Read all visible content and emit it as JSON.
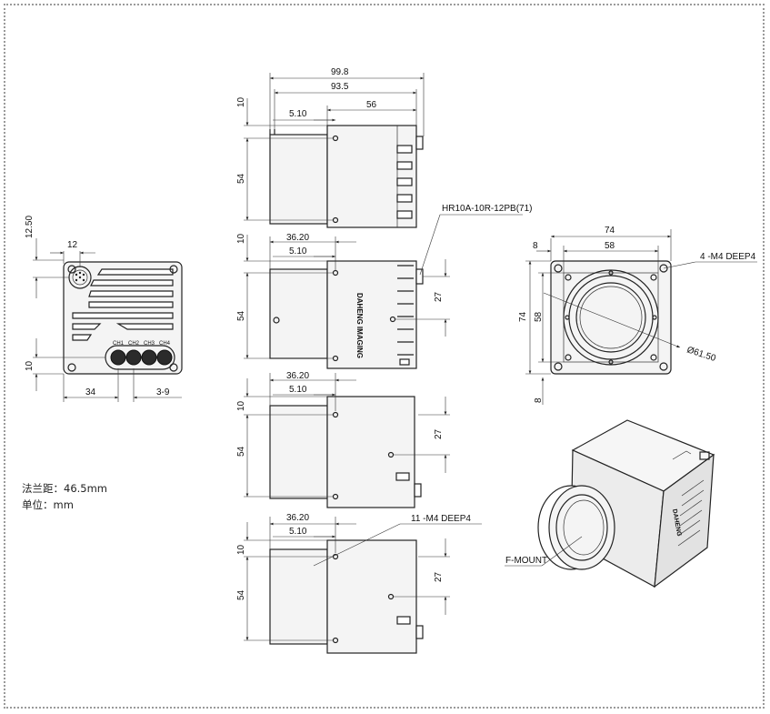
{
  "notes": {
    "flange": "法兰距：46.5mm",
    "unit": "单位：mm"
  },
  "labels": {
    "connector": "HR10A-10R-12PB(71)",
    "side_holes": "11 -M4 DEEP4",
    "front_holes": "4 -M4 DEEP4",
    "diameter": "Ø61.50",
    "mount": "F-MOUNT",
    "port_names": [
      "CH1",
      "CH2",
      "CH3",
      "CH4"
    ],
    "logo": "DAHENG IMAGING"
  },
  "dims": {
    "back": {
      "d12_50": "12.50",
      "d12": "12",
      "d10": "10",
      "d34": "34",
      "d3_9": "3-9"
    },
    "side1": {
      "d99_8": "99.8",
      "d93_5": "93.5",
      "d56": "56",
      "d5_10": "5.10",
      "d10": "10",
      "d54": "54"
    },
    "side2": {
      "d36_20": "36.20",
      "d5_10": "5.10",
      "d10": "10",
      "d54": "54",
      "d27": "27"
    },
    "side3": {
      "d36_20": "36.20",
      "d5_10": "5.10",
      "d10": "10",
      "d54": "54",
      "d27": "27"
    },
    "side4": {
      "d36_20": "36.20",
      "d5_10": "5.10",
      "d10": "10",
      "d54": "54",
      "d27": "27"
    },
    "front": {
      "d8a": "8",
      "d74": "74",
      "d58": "58",
      "d74v": "74",
      "d58v": "58",
      "d8b": "8"
    }
  },
  "icons": [
    "m12-connector-icon",
    "screw-hole-icon",
    "io-port-icon"
  ]
}
